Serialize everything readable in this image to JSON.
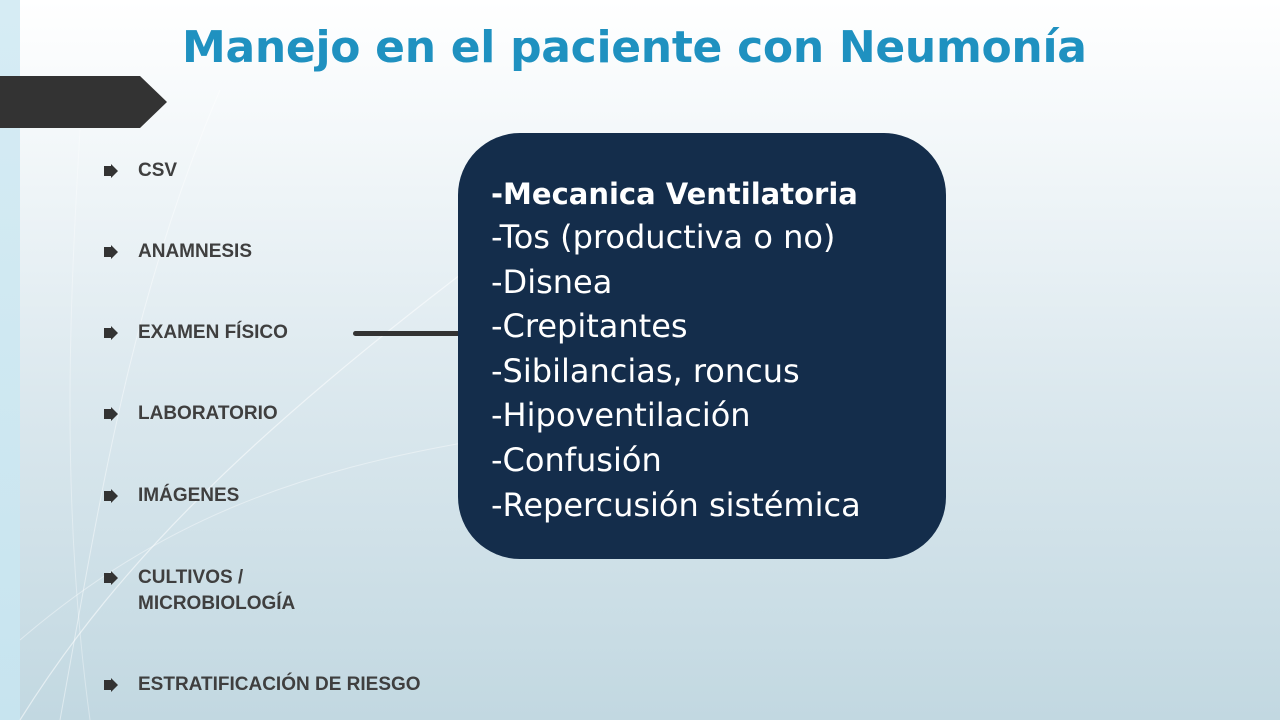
{
  "slide": {
    "title": "Manejo en el paciente con Neumonía",
    "bullets": [
      {
        "label": "CSV"
      },
      {
        "label": "ANAMNESIS"
      },
      {
        "label": "EXAMEN FÍSICO"
      },
      {
        "label": "LABORATORIO"
      },
      {
        "label": "IMÁGENES"
      },
      {
        "label": "CULTIVOS / MICROBIOLOGÍA"
      },
      {
        "label": "ESTRATIFICACIÓN DE RIESGO"
      }
    ],
    "detail_box": {
      "heading": "-Mecanica Ventilatoria",
      "items": [
        "-Tos (productiva o no)",
        "-Disnea",
        "-Crepitantes",
        "-Sibilancias, roncus",
        "-Hipoventilación",
        "-Confusión",
        "-Repercusión sistémica"
      ]
    }
  },
  "colors": {
    "title": "#1f91c0",
    "box_fill": "#142d4b",
    "tab_fill": "#333333",
    "bullet_text": "#3f3f3f"
  },
  "icons": {
    "bullet": "arrow-right-icon"
  }
}
